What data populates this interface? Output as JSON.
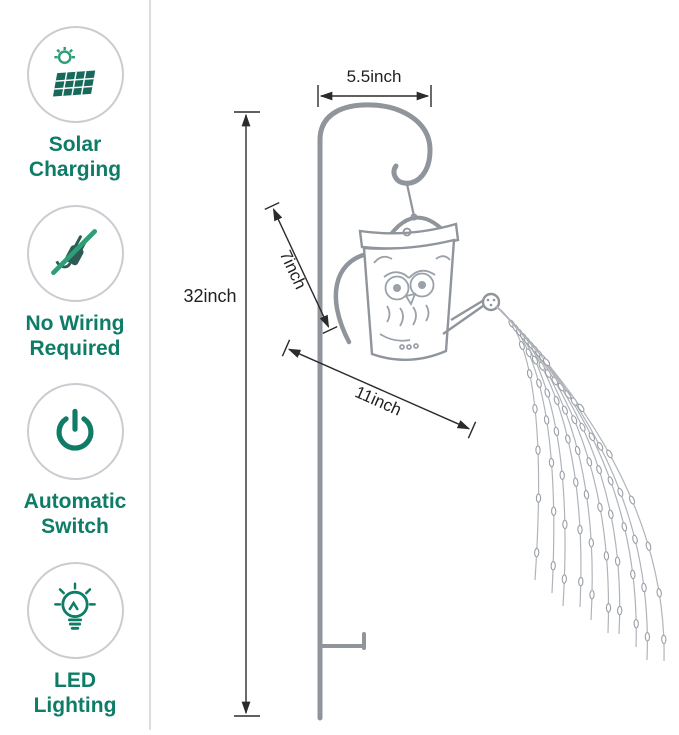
{
  "sidebar": {
    "features": [
      {
        "icon": "solar-panel-sun-icon",
        "line1": "Solar",
        "line2": "Charging"
      },
      {
        "icon": "no-plug-icon",
        "line1": "No Wiring",
        "line2": "Required"
      },
      {
        "icon": "power-switch-icon",
        "line1": "Automatic",
        "line2": "Switch"
      },
      {
        "icon": "light-bulb-icon",
        "line1": "LED",
        "line2": "Lighting"
      }
    ]
  },
  "diagram": {
    "dims": {
      "hook_width": "5.5inch",
      "pole_height": "32inch",
      "can_height": "7inch",
      "spread_width": "11inch"
    }
  },
  "colors": {
    "accent": "#0E7C66",
    "icon_green": "#2f9e77",
    "dimension_line": "#2b2b2b",
    "metal_gray": "#8f959b"
  }
}
